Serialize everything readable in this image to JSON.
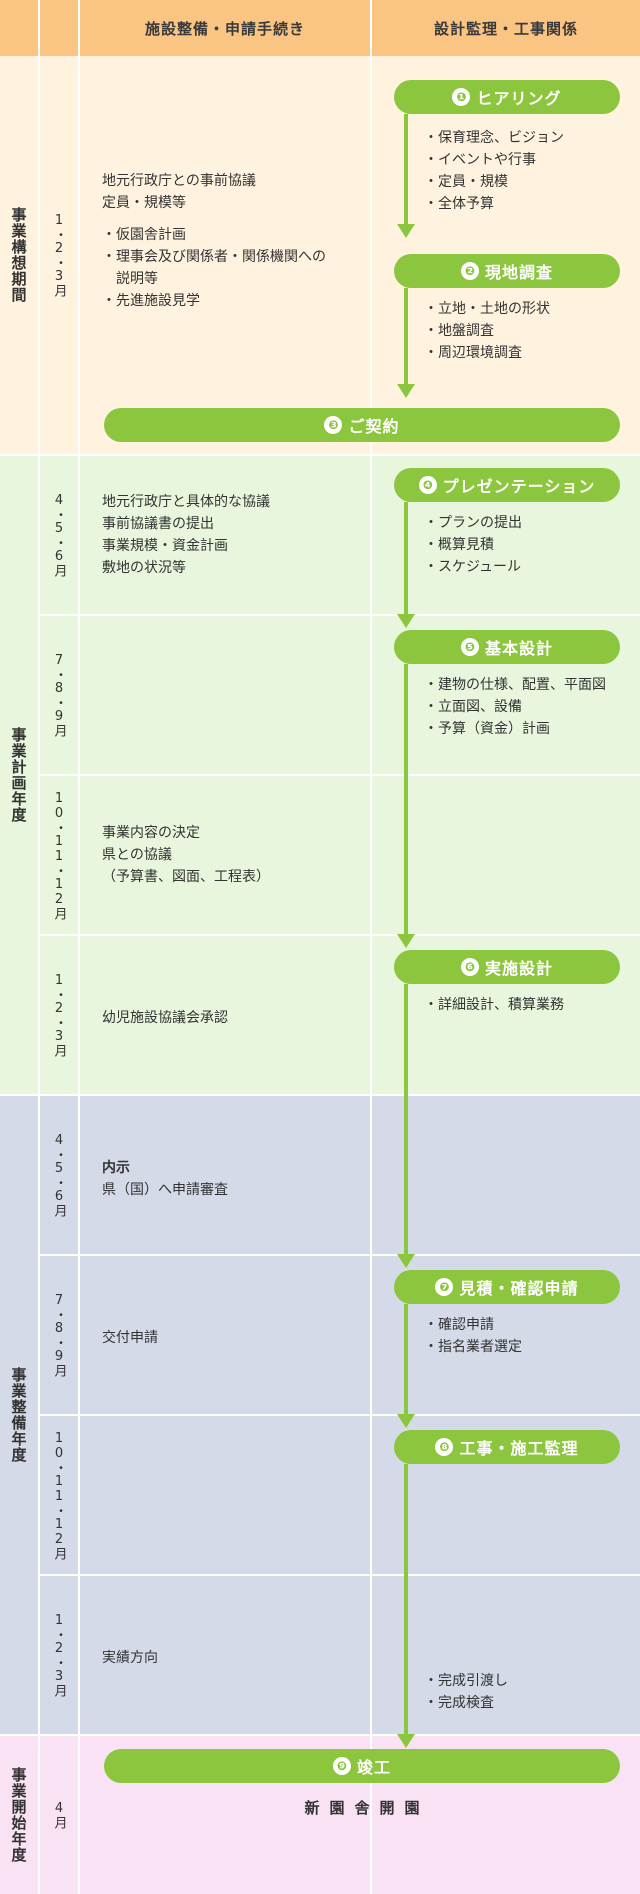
{
  "header": {
    "col_left": "施設整備・申請手続き",
    "col_right": "設計監理・工事関係"
  },
  "colors": {
    "header": "#fac582",
    "phase_concept": "#fff2df",
    "phase_plan": "#e7f6dc",
    "phase_maintenance": "#d4dae8",
    "phase_start": "#f9e2f4",
    "green": "#8cc63f"
  },
  "phases": [
    {
      "label": "事業構想期間",
      "color": "#fff2df"
    },
    {
      "label": "事業計画年度",
      "color": "#e7f6dc"
    },
    {
      "label": "事業整備年度",
      "color": "#d4dae8"
    },
    {
      "label": "事業開始年度",
      "color": "#f9e2f4"
    }
  ],
  "months": [
    "1・2・3月",
    "4・5・6月",
    "7・8・9月",
    "10・11・12月",
    "1・2・3月",
    "4・5・6月",
    "7・8・9月",
    "10・11・12月",
    "1・2・3月",
    "4月"
  ],
  "left_blocks": {
    "concept": {
      "lines": [
        "地元行政庁との事前協議",
        "定員・規模等"
      ],
      "bullets": [
        "・仮園舎計画",
        "・理事会及び関係者・関係機関への"
      ],
      "cont": "説明等",
      "bullets2": [
        "・先進施設見学"
      ]
    },
    "plan1": [
      "地元行政庁と具体的な協議",
      "事前協議書の提出",
      "事業規模・資金計画",
      "敷地の状況等"
    ],
    "plan3": [
      "事業内容の決定",
      "県との協議",
      "（予算書、図面、工程表）"
    ],
    "plan4": [
      "幼児施設協議会承認"
    ],
    "maint1_bold": "内示",
    "maint1": [
      "県（国）へ申請審査"
    ],
    "maint2": [
      "交付申請"
    ],
    "maint4": [
      "実績方向"
    ]
  },
  "steps": [
    {
      "num": "❶",
      "label": "ヒアリング",
      "items": [
        "・保育理念、ビジョン",
        "・イベントや行事",
        "・定員・規模",
        "・全体予算"
      ]
    },
    {
      "num": "❷",
      "label": "現地調査",
      "items": [
        "・立地・土地の形状",
        "・地盤調査",
        "・周辺環境調査"
      ]
    },
    {
      "num": "❸",
      "label": "ご契約",
      "items": []
    },
    {
      "num": "❹",
      "label": "プレゼンテーション",
      "items": [
        "・プランの提出",
        "・概算見積",
        "・スケジュール"
      ]
    },
    {
      "num": "❺",
      "label": "基本設計",
      "items": [
        "・建物の仕様、配置、平面図",
        "・立面図、設備",
        "・予算（資金）計画"
      ]
    },
    {
      "num": "❻",
      "label": "実施設計",
      "items": [
        "・詳細設計、積算業務"
      ]
    },
    {
      "num": "❼",
      "label": "見積・確認申請",
      "items": [
        "・確認申請",
        "・指名業者選定"
      ]
    },
    {
      "num": "❽",
      "label": "工事・施工監理",
      "items": [
        "・完成引渡し",
        "・完成検査"
      ]
    },
    {
      "num": "❾",
      "label": "竣工",
      "items": []
    }
  ],
  "final_note": "新園舎開園"
}
